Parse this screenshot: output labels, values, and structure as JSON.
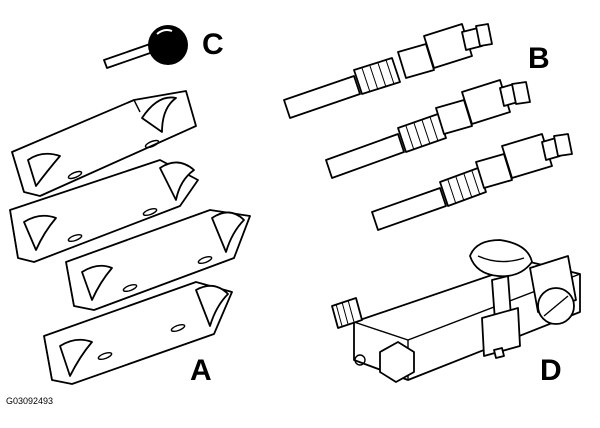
{
  "labels": {
    "a": "A",
    "b": "B",
    "c": "C",
    "d": "D"
  },
  "figure_id": "G03092493",
  "colors": {
    "ink": "#000000",
    "paper": "#ffffff"
  }
}
